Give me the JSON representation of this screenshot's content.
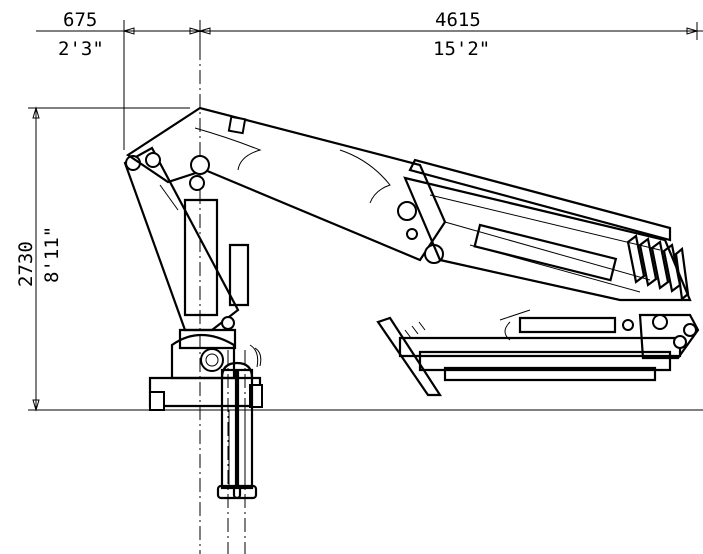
{
  "dimensions": {
    "left_offset": {
      "metric": "675",
      "imperial": "2'3\""
    },
    "reach": {
      "metric": "4615",
      "imperial": "15'2\""
    },
    "height": {
      "metric": "2730",
      "imperial": "8'11\""
    }
  }
}
